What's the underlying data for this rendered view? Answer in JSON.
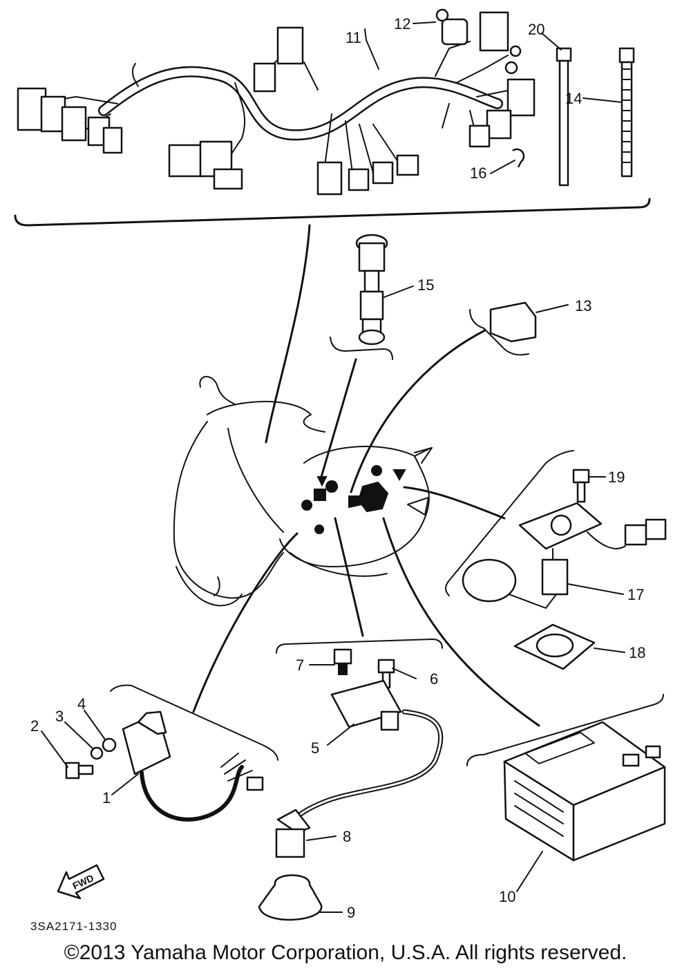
{
  "parts": [
    {
      "id": "1",
      "label": "1"
    },
    {
      "id": "2",
      "label": "2"
    },
    {
      "id": "3",
      "label": "3"
    },
    {
      "id": "4",
      "label": "4"
    },
    {
      "id": "5",
      "label": "5"
    },
    {
      "id": "6",
      "label": "6"
    },
    {
      "id": "7",
      "label": "7"
    },
    {
      "id": "8",
      "label": "8"
    },
    {
      "id": "9",
      "label": "9"
    },
    {
      "id": "10",
      "label": "10"
    },
    {
      "id": "11",
      "label": "11"
    },
    {
      "id": "12",
      "label": "12"
    },
    {
      "id": "13",
      "label": "13"
    },
    {
      "id": "14",
      "label": "14"
    },
    {
      "id": "15",
      "label": "15"
    },
    {
      "id": "16",
      "label": "16"
    },
    {
      "id": "17",
      "label": "17"
    },
    {
      "id": "18",
      "label": "18"
    },
    {
      "id": "19",
      "label": "19"
    },
    {
      "id": "20",
      "label": "20"
    }
  ],
  "fwd_label": "FWD",
  "diagram_code": "3SA2171-1330",
  "copyright": "©2013 Yamaha Motor Corporation, U.S.A. All rights reserved."
}
